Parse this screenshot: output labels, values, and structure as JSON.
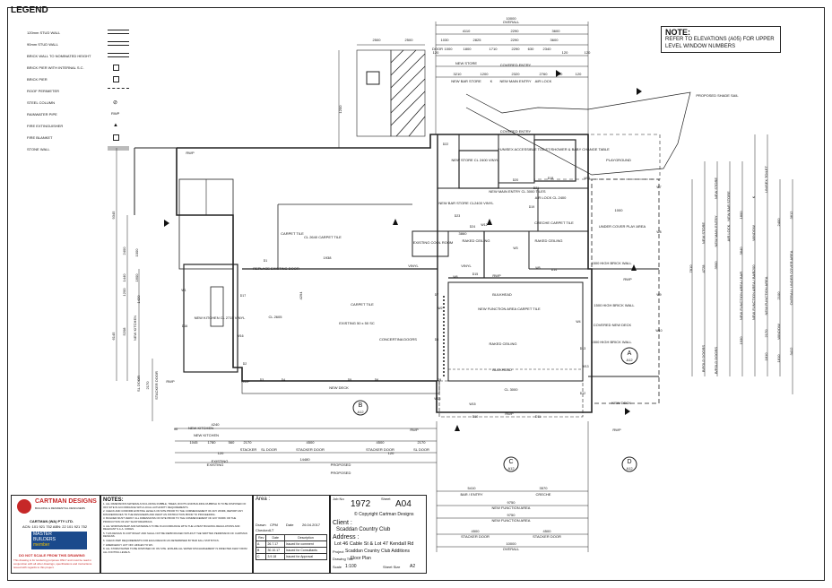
{
  "legend": {
    "title": "LEGEND",
    "items": [
      "120mm STUD WALL",
      "90mm STUD WALL",
      "BRICK WALL TO NOMINATED HEIGHT",
      "BRICK PIER WITH INTERNAL S.C.",
      "BRICK PIER",
      "ROOF PERIMETER",
      "STEEL COLUMN",
      "RAINWATER PIPE",
      "FIRE EXTINGUISHER",
      "FIRE BLANKET",
      "STONE WALL"
    ],
    "rwp_symbol": "RWP"
  },
  "note": {
    "heading": "NOTE:",
    "text": "REFER TO ELEVATIONS (A05) FOR UPPER LEVEL WINDOW NUMBERS"
  },
  "plan": {
    "top_dims": [
      "10000",
      "OVERALL",
      "4110",
      "2290",
      "3600",
      "2500",
      "2500",
      "1030",
      "2825",
      "2290",
      "3600",
      "DOOR",
      "NEW STORE",
      "COVERED ENTRY",
      "1000",
      "1800",
      "1710",
      "2290",
      "630",
      "2340",
      "120",
      "120",
      "3210",
      "1200",
      "2320",
      "2760",
      "540",
      "120",
      "NEW BAR STORE",
      "K",
      "NEW MAIN ENTRY",
      "AIR LOCK",
      "120"
    ],
    "rooms": [
      "COVERED ENTRY",
      "NEW STORE CL 2400 VINYL",
      "*UNISEX ACCESSIBLE TOILET/SHOWER & BABY CHANGE TABLE",
      "PLAYGROUND",
      "NEW MAIN ENTRY CL 3000 TILES",
      "AIR LOCK CL 2400",
      "NEW BAR STORE CL2400 VINYL",
      "CRECHE CARPET TILE",
      "UNDER COVER PLAY AREA",
      "CARPET TILE",
      "CL 2640 CARPET TILE",
      "EXISTING COOL ROOM",
      "VINYL",
      "VINYL",
      "1500 HIGH BRICK WALL",
      "BULKHEAD",
      "NEW FUNCTION AREA CARPET TILE",
      "1500 HIGH BRICK WALL",
      "COVERED NEW DECK",
      "1500 HIGH BRICK WALL",
      "REPLACE EXISTING DOOR",
      "CARPET TILE",
      "CL 2605",
      "EXISTING 50 x 50 SC",
      "CONCERTINA DOORS",
      "NEW KITCHEN CL 2715 VINYL",
      "BULKHEAD",
      "CL 3000",
      "NEW DECK",
      "NEW DECK",
      "NEW KITCHEN",
      "EXISTING",
      "PROPOSED",
      "PROPOSED SHADE SAIL",
      "RAKED CEILING",
      "RAKED CEILING",
      "RAKED CEILING"
    ],
    "tags": [
      "D20",
      "D22",
      "D18",
      "D21",
      "D19",
      "D24",
      "D1",
      "D2",
      "D3",
      "D4",
      "D5",
      "D6",
      "D7",
      "D8",
      "D9",
      "D10",
      "D11",
      "D12",
      "D13",
      "D14",
      "D15",
      "D16",
      "D17",
      "D23",
      "W1",
      "W2",
      "W3",
      "W4",
      "W5",
      "W6",
      "W7",
      "W8",
      "W9",
      "W10",
      "W11",
      "W12",
      "W13",
      "W14",
      "W15",
      "W16"
    ],
    "section_markers": [
      {
        "letter": "A",
        "sheet": "A12"
      },
      {
        "letter": "B",
        "sheet": "A12"
      },
      {
        "letter": "C",
        "sheet": "A12"
      },
      {
        "letter": "D",
        "sheet": "A12"
      }
    ],
    "bottom_dims": [
      "4240",
      "NEW KITCHEN",
      "1045",
      "1780",
      "560",
      "2170",
      "4500",
      "4500",
      "2170",
      "STACKER",
      "SL DOOR",
      "STACKER DOOR",
      "STACKER DOOR",
      "SL DOOR",
      "14480",
      "EXISTING",
      "PROPOSED",
      "5410",
      "3570",
      "BAR / ENTRY",
      "CRECHE",
      "9750",
      "NEW FUNCTION AREA",
      "9750",
      "NEW FUNCTION AREA",
      "4500",
      "4500",
      "STACKER DOOR",
      "STACKER DOOR",
      "10000",
      "OVERALL",
      "120",
      "120",
      "90"
    ],
    "right_dims": [
      "NEW STORE",
      "NEW MAIN ENTRY",
      "AIR LOCK",
      "NEW FUNCTION AREA / BAR",
      "NEW FUNCTION AREA / BAR",
      "BIFOLD DOORS",
      "B/FOLD DOORS",
      "UNISEX TOILET",
      "K",
      "NEW STORE",
      "NEW BAR STORE",
      "WINDOW",
      "WINDOW",
      "NEW FUNCTION AREA",
      "OVERALL UNDER COVER AREA",
      "7810",
      "3612",
      "1800",
      "2400",
      "3900",
      "3840",
      "2170",
      "1930",
      "3412",
      "4728",
      "1200",
      "2100",
      "1810",
      "1810"
    ],
    "left_dims": [
      "9345",
      "6145",
      "5208",
      "2170",
      "1600",
      "NEW KITCHEN",
      "SL DOOR",
      "STACKER DOOR",
      "1420",
      "1200",
      "1440",
      "2400",
      "1000"
    ],
    "misc": [
      "1938",
      "4294",
      "1200",
      "1000",
      "3860",
      "RWP",
      "RWP",
      "RWP",
      "RWP",
      "RWP",
      "RWP",
      "RWP",
      "RWP"
    ]
  },
  "title_block": {
    "company": "CARTMAN DESIGNS",
    "company_sub": "BUILDING & RESIDENTIAL DESIGNERS",
    "company_line2": "CARTMAN (WA) PTY LTD.",
    "company_line3": "ACN: 101 921 752 ABN: 22 101 921 752",
    "mbws_line1": "MASTER",
    "mbws_line2": "BUILDERS",
    "mbws_line3": "WESTERN AUSTRALIA",
    "mbws_member": "member",
    "warning_title": "DO NOT SCALE FROM THIS DRAWING",
    "warning_text": "This drawing is for tendering purposes ONLY and must be read in conjunction with all other drawings, specifications and instructions issued with regards to this project.",
    "notes_heading": "NOTES:",
    "notes": [
      "1. ALL DIMENSIONS MATERIALS INCLUDING RUBBLE, TREES, ROOTS AND BUILDING RUBBISH IS TO BE DISPOSED OF OFF SITE IN ACCORDANCE WITH LOCAL AUTHORITY REQUIREMENTS.",
      "2. CHECK AND CONFIRM EXISTING LEVELS ON SITE PRIOR TO THE COMMENCEMENT OF ANY WORK, REPORT ANY DISCREPANCIES TO THE DESIGNERS AND AWAIT AN INSTRUCTION PRIOR TO PROCEEDING.",
      "3. BUILDER MUST VERIFY ALL DIMENSIONS ON SITE PRIOR TO THE COMMENCEMENT OF ANY WORK OR THE PRODUCTION OF ANY SHOP DRAWINGS.",
      "4. ALL WORKMANSHIP AND MATERIALS TO BE IN ACCORDANCE WITH THE LATEST BUILDING REGULATIONS AND RELEVANT S.A.A. CODES.",
      "5. THIS DESIGN IS COPYRIGHT AND SHALL NOT BE REPRODUCED WITHOUT THE WRITTEN PERMISSION OF CARTMAN DESIGNS.",
      "6. CHECK RWP REQUIREMENTS FOR EACH REGION AS DETERMINED BY BAR FALL STATISTICS.",
      "7. EMERGENCY LIFT OFF HINGES TO WC.",
      "8. ALL STORM WATER TO BE DISPOSED OF ON SITE. ENSURE ALL WATER DISCHARGEMENT IS DIRECTED AWAY FROM ALL FOOTING LEVELS."
    ],
    "area_label": "Area :",
    "drawn_label": "Drawn",
    "drawn": "CPM",
    "date_label": "Date",
    "date": "26.04.2017",
    "checked_label": "Checked",
    "checked": "LT",
    "rev_headers": [
      "Rev",
      "Date",
      "Description"
    ],
    "revisions": [
      [
        "A",
        "26.7.17",
        "Issued for comment"
      ],
      [
        "B",
        "30.10.17",
        "Issued for Consultants"
      ],
      [
        "C",
        "3.9.18",
        "Issued for Approval"
      ]
    ],
    "job_no_label": "Job No",
    "job_no": "1972",
    "sheet_label": "Sheet",
    "sheet": "A04",
    "copyright": "© Copyright Cartman Designs",
    "client_label": "Client :",
    "client": "Scaddan Country Club",
    "address_label": "Address :",
    "address": "Lot 46 Cable St & Lot 47 Kendall Rd",
    "project_label": "Project",
    "project": "Scaddan Country Club Additions",
    "drawing_title_label": "Drawing Title",
    "drawing_title": "Floor Plan",
    "scale_label": "Scale",
    "scale": "1:100",
    "sheet_size_label": "Sheet Size",
    "sheet_size": "A2"
  }
}
